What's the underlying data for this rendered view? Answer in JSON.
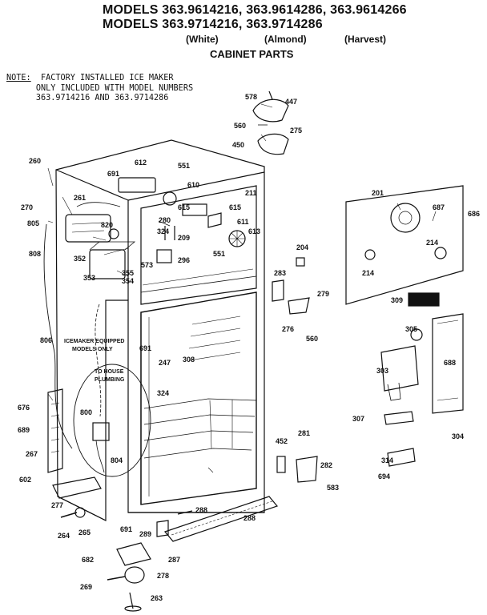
{
  "header": {
    "line1": "MODELS 363.9614216, 363.9614286, 363.9614266",
    "line2": "MODELS 363.9714216, 363.9714286",
    "variants": [
      "(White)",
      "(Almond)",
      "(Harvest)"
    ],
    "section": "CABINET PARTS"
  },
  "note": {
    "label": "NOTE:",
    "line1": "FACTORY INSTALLED ICE MAKER",
    "line2": "ONLY INCLUDED WITH MODEL NUMBERS",
    "line3": "363.9714216 AND 363.9714286"
  },
  "annotations": {
    "icemaker1": "ICEMAKER EQUIPPED",
    "icemaker2": "MODELS ONLY",
    "plumbing1": "TO HOUSE",
    "plumbing2": "PLUMBING"
  },
  "callouts": [
    "578",
    "447",
    "560",
    "275",
    "450",
    "260",
    "691",
    "612",
    "551",
    "610",
    "261",
    "615",
    "211",
    "201",
    "270",
    "820",
    "615",
    "611",
    "687",
    "686",
    "805",
    "324",
    "280",
    "209",
    "613",
    "296",
    "551",
    "808",
    "352",
    "355",
    "573",
    "353",
    "354",
    "204",
    "214",
    "214",
    "283",
    "279",
    "309",
    "305",
    "276",
    "560",
    "806",
    "691",
    "247",
    "308",
    "688",
    "303",
    "324",
    "676",
    "800",
    "307",
    "304",
    "689",
    "281",
    "452",
    "267",
    "804",
    "282",
    "314",
    "602",
    "583",
    "694",
    "277",
    "288",
    "691",
    "264",
    "265",
    "289",
    "288",
    "682",
    "287",
    "269",
    "278",
    "263"
  ]
}
